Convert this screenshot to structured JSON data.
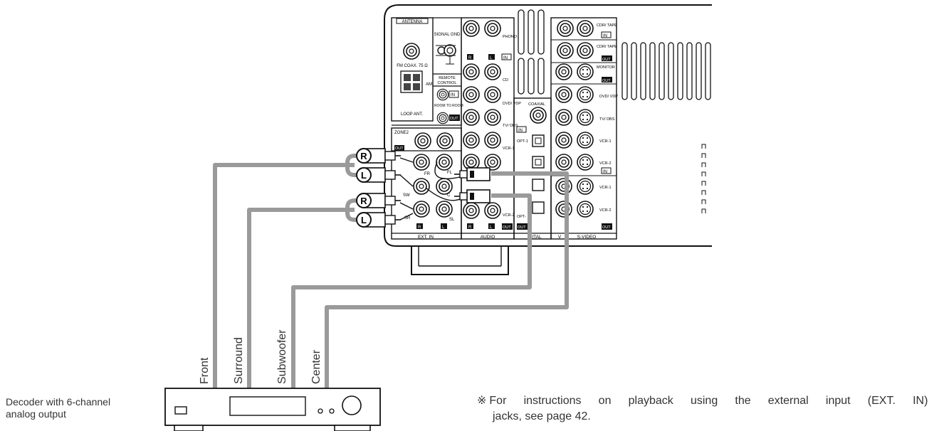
{
  "receiver": {
    "antenna": "ANTENNA",
    "fm": "FM COAX. 75 Ω",
    "am": "AM",
    "loop": "LOOP ANT.",
    "signal_gnd": "SIGNAL GND",
    "remote_control": [
      "REMOTE",
      "CONTROL"
    ],
    "in": "IN",
    "out": "OUT",
    "room_to_room": "ROOM TO ROOM",
    "zone2": "ZONE2",
    "coaxial": "COAXIAL",
    "opt1": "OPT-1",
    "opt2": "OPT-",
    "audio_inputs": [
      "PHONO",
      "CD",
      "DVD/ VDP",
      "TV/ DBS",
      "VCR-1",
      "VCR-2"
    ],
    "r": "R",
    "l": "L",
    "fl": "FL",
    "c": "C",
    "sw": "SW",
    "sr": "SR",
    "sl": "SL",
    "fr": "FR",
    "sections": [
      "EXT. IN",
      "AUDIO",
      "ITAL",
      "V",
      "S-VIDEO"
    ],
    "video_labels": [
      "CDR/ TAPE",
      "CDR/ TAPE",
      "MONITOR",
      "DVD/ VDP",
      "TV/ DBS",
      "VCR-1",
      "VCR-2",
      "VCR-1",
      "VCR-2"
    ]
  },
  "plugs": {
    "r": "R",
    "l": "L"
  },
  "cables": [
    "Front",
    "Surround",
    "Subwoofer",
    "Center"
  ],
  "decoder": {
    "label_line1": "Decoder with 6-channel",
    "label_line2": "analog output"
  },
  "note": {
    "mark": "※",
    "line1": "For instructions on playback using the external input (EXT. IN)",
    "line2": "jacks, see page 42."
  }
}
